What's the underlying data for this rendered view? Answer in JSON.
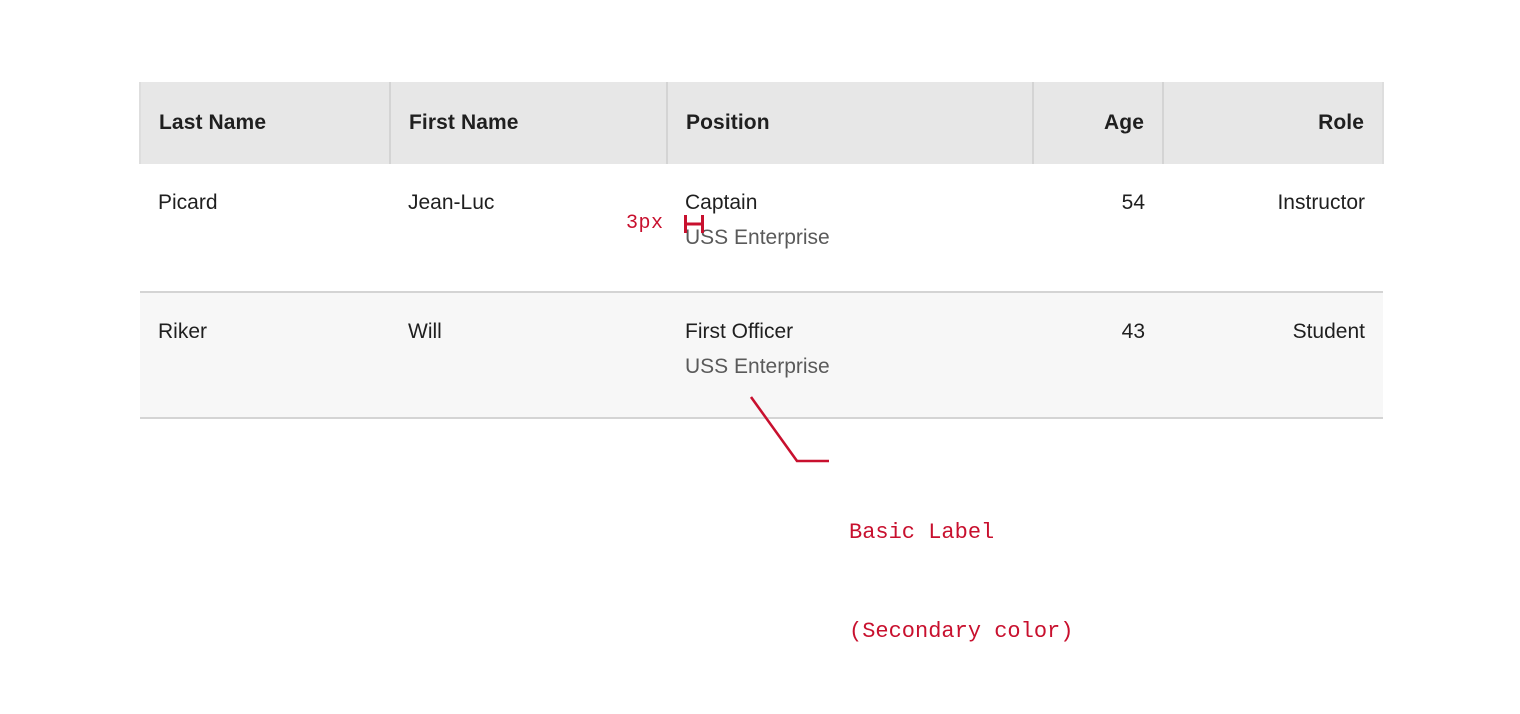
{
  "table": {
    "columns": [
      {
        "label": "Last Name",
        "align": "left"
      },
      {
        "label": "First Name",
        "align": "left"
      },
      {
        "label": "Position",
        "align": "left"
      },
      {
        "label": "Age",
        "align": "right"
      },
      {
        "label": "Role",
        "align": "right"
      }
    ],
    "rows": [
      {
        "last_name": "Picard",
        "first_name": "Jean-Luc",
        "position_primary": "Captain",
        "position_secondary": "USS Enterprise",
        "age": "54",
        "role": "Instructor"
      },
      {
        "last_name": "Riker",
        "first_name": "Will",
        "position_primary": "First Officer",
        "position_secondary": "USS Enterprise",
        "age": "43",
        "role": "Student"
      }
    ]
  },
  "annotations": {
    "spacing_label": "3px",
    "callout_line1": "Basic Label",
    "callout_line2": "(Secondary color)"
  },
  "colors": {
    "annotation_red": "#C8102E",
    "header_bg": "#E7E7E7",
    "row_alt_bg": "#F7F7F7",
    "border": "#D4D4D4",
    "text_primary": "#1F1F1F",
    "text_secondary": "#5A5A5A"
  }
}
